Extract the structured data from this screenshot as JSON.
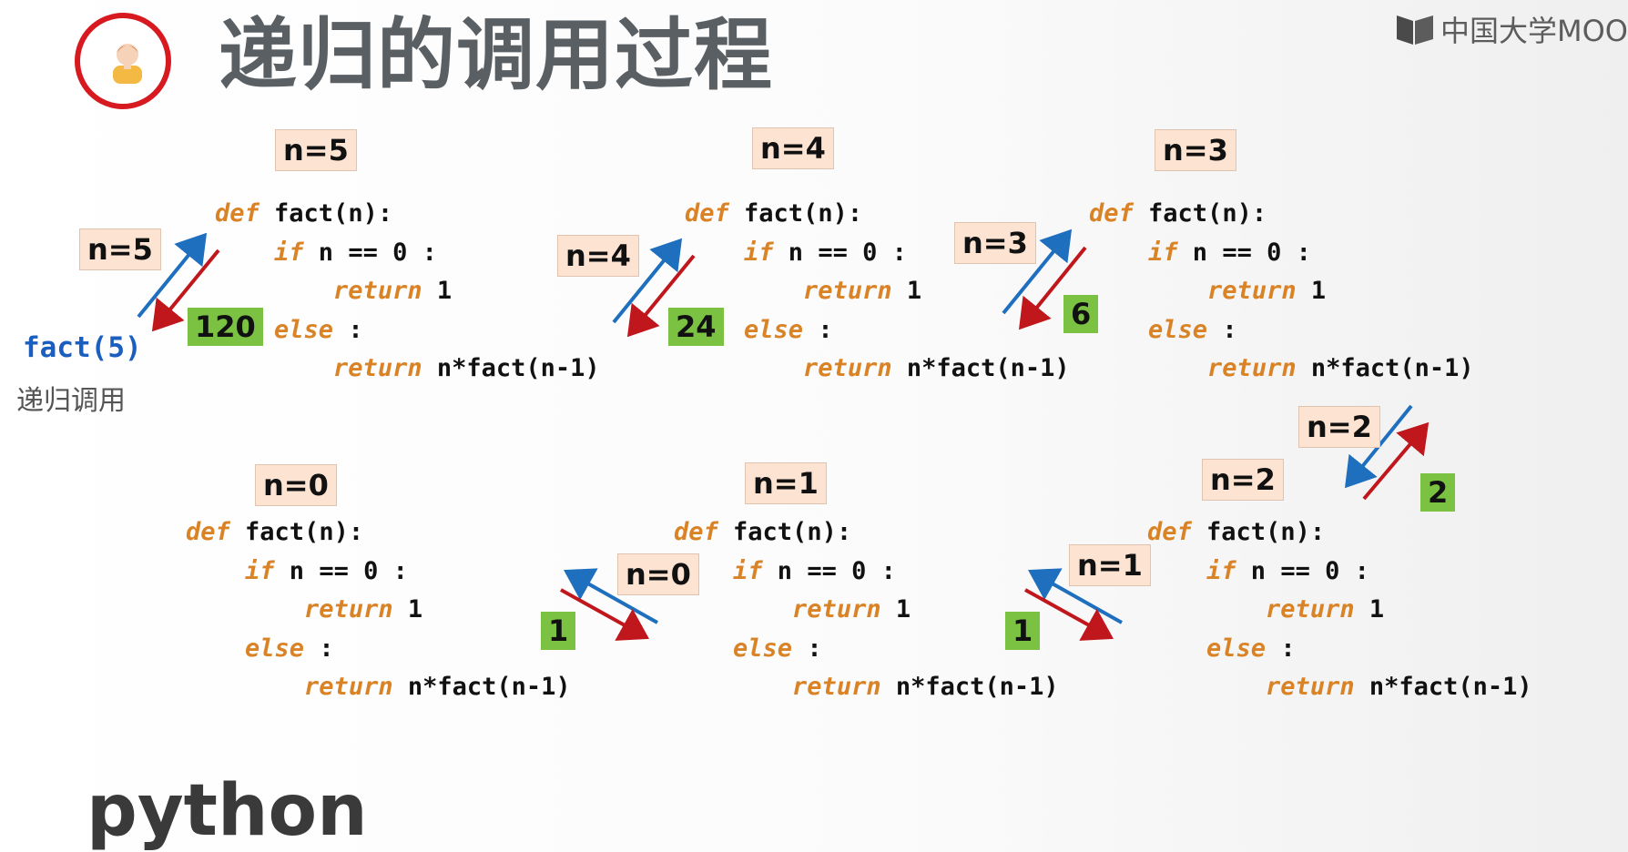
{
  "header": {
    "title": "递归的调用过程",
    "brand": "中国大学MOOC"
  },
  "code_lines": [
    {
      "kw": "def",
      "text": " fact(n):"
    },
    {
      "kw": "if",
      "text": " n == 0 :"
    },
    {
      "kw": "return",
      "text": " 1"
    },
    {
      "kw": "else",
      "text": " :"
    },
    {
      "kw": "return",
      "text": " n*fact(n-1)"
    }
  ],
  "blocks": [
    {
      "label": "n=5"
    },
    {
      "label": "n=4"
    },
    {
      "label": "n=3"
    },
    {
      "label": "n=0"
    },
    {
      "label": "n=1"
    },
    {
      "label": "n=2"
    }
  ],
  "arrow_labels": {
    "call_n5": "n=5",
    "ret_120": "120",
    "call_n4": "n=4",
    "ret_24": "24",
    "call_n3": "n=3",
    "ret_6": "6",
    "call_n2": "n=2",
    "ret_2": "2",
    "call_n1": "n=1",
    "ret_1a": "1",
    "call_n0": "n=0",
    "ret_1b": "1"
  },
  "entry": {
    "call": "fact(5)",
    "caption": "递归调用"
  },
  "footer": {
    "logo_partial": "python"
  },
  "colors": {
    "keyword": "#d98326",
    "label_bg": "#fde3d2",
    "return_bg": "#7cc242",
    "call_arrow": "#1f6fbf",
    "return_arrow": "#c0171c",
    "title": "#5a5f63",
    "ring": "#d71920"
  }
}
